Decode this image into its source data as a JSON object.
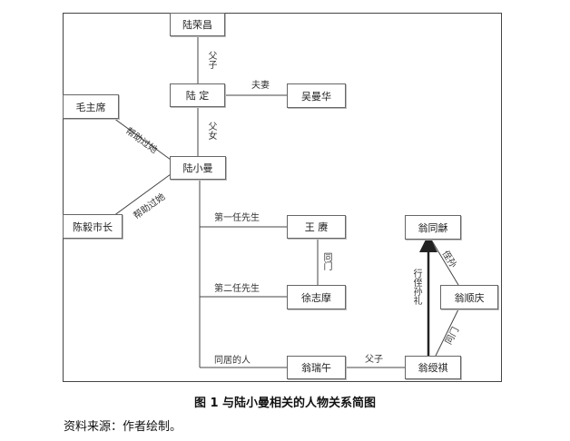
{
  "figure": {
    "caption": "图 1 与陆小曼相关的人物关系简图",
    "source": "资料来源：作者绘制。"
  },
  "nodes": {
    "lu_rongchang": "陆荣昌",
    "lu_ding": "陆 定",
    "wu_manhua": "吴曼华",
    "mao": "毛主席",
    "lu_xiaoman": "陆小曼",
    "chen_yi": "陈毅市长",
    "wang_geng": "王 赓",
    "xu_zhimo": "徐志摩",
    "weng_ruiwu": "翁瑞午",
    "weng_tongsu": "翁同龢",
    "weng_shunqing": "翁顺庆",
    "weng_shouqi": "翁绶祺"
  },
  "edges": {
    "father_son": "父子",
    "husband_wife": "夫妻",
    "father_daughter": "父女",
    "helped_mao": "帮助过她",
    "helped_chen": "帮助过她",
    "first_husband": "第一任先生",
    "second_husband": "第二任先生",
    "classmate": "同门",
    "cohabitant": "同居的人",
    "father_son_weng": "父子",
    "grandnephew": "侄孙",
    "classmate_weng": "同门",
    "relation_weng": "行侄孙礼"
  }
}
